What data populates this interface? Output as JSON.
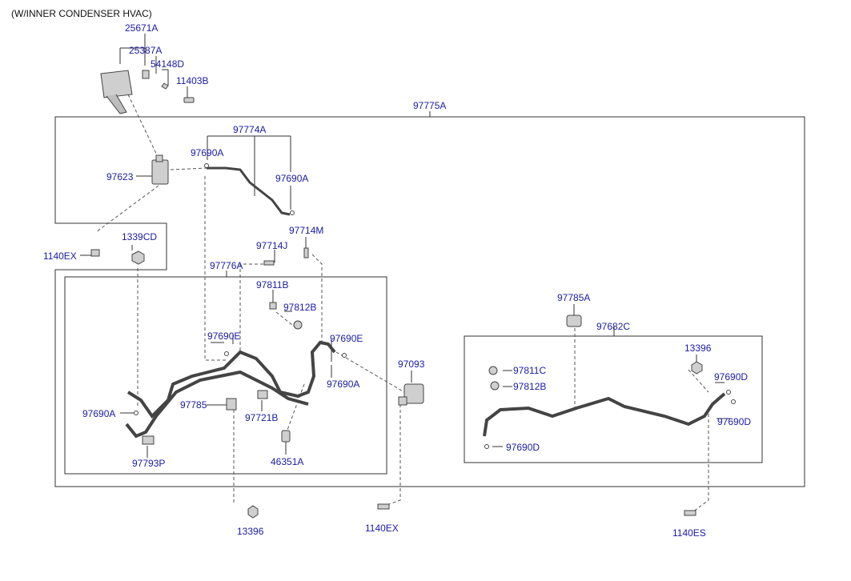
{
  "caption": "(W/INNER CONDENSER HVAC)",
  "colors": {
    "label": "#1a1aa6",
    "line": "#333333",
    "part": "#555555"
  },
  "labels": {
    "p25671A": "25671A",
    "p25387A": "25387A",
    "p54148D": "54148D",
    "p11403B": "11403B",
    "p97775A": "97775A",
    "p97774A": "97774A",
    "p97690A_1": "97690A",
    "p97623": "97623",
    "p97690A_2": "97690A",
    "p1339CD": "1339CD",
    "p1140EX_1": "1140EX",
    "p97714J": "97714J",
    "p97714M": "97714M",
    "p97776A": "97776A",
    "p97811B": "97811B",
    "p97812B_1": "97812B",
    "p97690E_1": "97690E",
    "p97690E_2": "97690E",
    "p97690A_3": "97690A",
    "p97093": "97093",
    "p97690A_4": "97690A",
    "p97785": "97785",
    "p97721B": "97721B",
    "p46351A": "46351A",
    "p97793P": "97793P",
    "p13396_1": "13396",
    "p1140EX_2": "1140EX",
    "p97785A": "97785A",
    "p97682C": "97682C",
    "p13396_2": "13396",
    "p97811C": "97811C",
    "p97812B_2": "97812B",
    "p97690D_1": "97690D",
    "p97690D_2": "97690D",
    "p97690D_3": "97690D",
    "p1140ES": "1140ES"
  }
}
